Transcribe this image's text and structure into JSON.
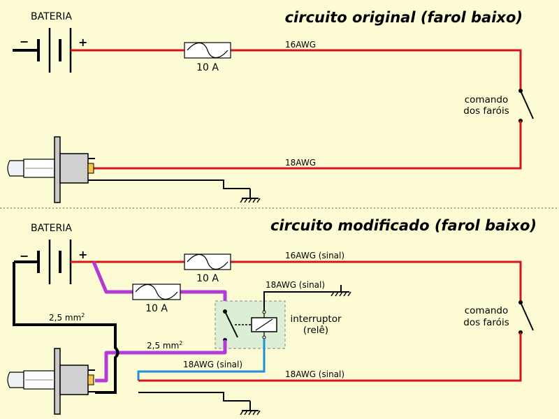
{
  "top": {
    "title": "circuito original (farol baixo)",
    "battery_label": "BATERIA",
    "battery_minus": "−",
    "battery_plus": "+",
    "fuse_label": "10 A",
    "wire_16awg": "16AWG",
    "wire_18awg": "18AWG",
    "switch_label_1": "comando",
    "switch_label_2": "dos faróis"
  },
  "bottom": {
    "title": "circuito modificado (farol baixo)",
    "battery_label": "BATERIA",
    "battery_minus": "−",
    "battery_plus": "+",
    "fuse1_label": "10 A",
    "fuse2_label": "10 A",
    "wire_16awg_sinal": "16AWG (sinal)",
    "wire_18awg_sinal_relay_top": "18AWG (sinal)",
    "wire_18awg_sinal_relay_bottom": "18AWG (sinal)",
    "wire_18awg_sinal_lamp": "18AWG (sinal)",
    "ground_wire_label": "2,5 mm",
    "ground_wire_sup": "2",
    "lamp_wire_label": "2,5 mm",
    "lamp_wire_sup": "2",
    "relay_label_1": "interruptor",
    "relay_label_2": "(relê)",
    "switch_label_1": "comando",
    "switch_label_2": "dos faróis"
  },
  "colors": {
    "background": "#fdfbd3",
    "wire_red": "#d2141c",
    "wire_purple": "#b23ad8",
    "wire_blue": "#1f8fd6",
    "relay_box": "#dcefd4"
  }
}
